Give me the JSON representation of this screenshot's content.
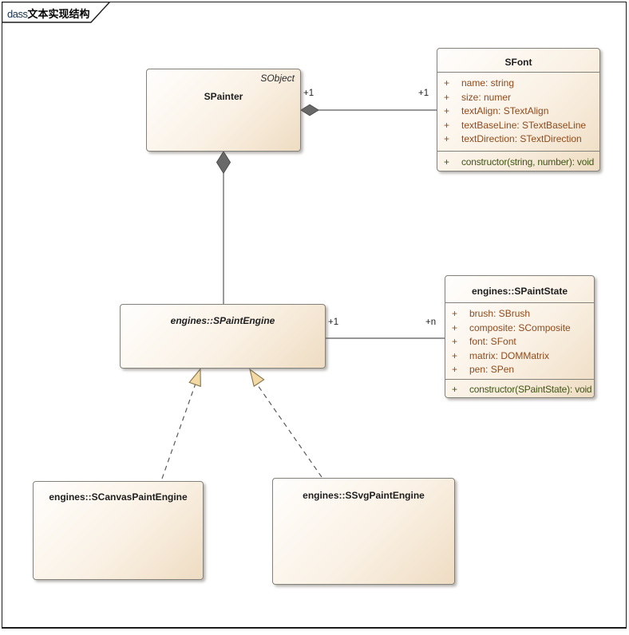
{
  "frame": {
    "type_label": "dass",
    "name_label": "文本实现结构"
  },
  "palette": {
    "box_fill_start": "#fffefd",
    "box_fill_end": "#eedcc2",
    "box_border": "#82817a",
    "attribute_text": "#8e4a1c",
    "operation_text": "#3f5414",
    "connector_line": "#5a5a5a",
    "diamond_fill": "#696969",
    "triangle_fill": "#f3daa4"
  },
  "classes": {
    "spainter": {
      "stereotype": "SObject",
      "name": "SPainter"
    },
    "sfont": {
      "name": "SFont",
      "attributes": [
        {
          "vis": "+",
          "text": "name: string"
        },
        {
          "vis": "+",
          "text": "size: numer"
        },
        {
          "vis": "+",
          "text": "textAlign: STextAlign"
        },
        {
          "vis": "+",
          "text": "textBaseLine: STextBaseLine"
        },
        {
          "vis": "+",
          "text": "textDirection: STextDirection"
        }
      ],
      "operations": [
        {
          "vis": "+",
          "text": "constructor(string, number): void"
        }
      ]
    },
    "spaintengine": {
      "name": "engines::SPaintEngine"
    },
    "spaintstate": {
      "name": "engines::SPaintState",
      "attributes": [
        {
          "vis": "+",
          "text": "brush: SBrush"
        },
        {
          "vis": "+",
          "text": "composite: SComposite"
        },
        {
          "vis": "+",
          "text": "font: SFont"
        },
        {
          "vis": "+",
          "text": "matrix: DOMMatrix"
        },
        {
          "vis": "+",
          "text": "pen: SPen"
        }
      ],
      "operations": [
        {
          "vis": "+",
          "text": "constructor(SPaintState): void"
        }
      ]
    },
    "scanvaspaintengine": {
      "name": "engines::SCanvasPaintEngine"
    },
    "ssvgpaintengine": {
      "name": "engines::SSvgPaintEngine"
    }
  },
  "connectors": {
    "painter_font": {
      "source_mult": "+1",
      "target_mult": "+1"
    },
    "engine_state": {
      "source_mult": "+1",
      "target_mult": "+n"
    }
  }
}
